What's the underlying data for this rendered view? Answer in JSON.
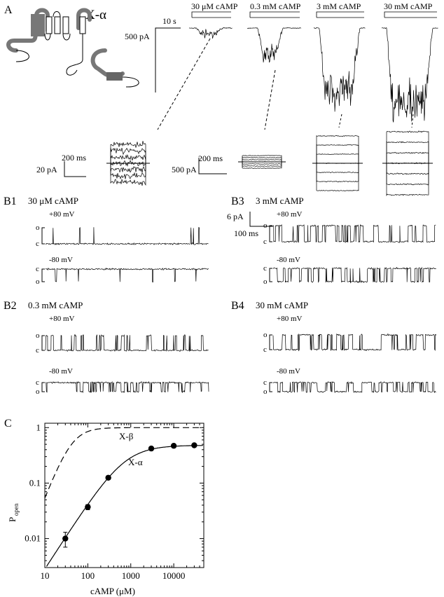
{
  "panel_a": {
    "label": "A",
    "channel_name": "X-α",
    "scale_time": "10 s",
    "scale_current": "500 pA",
    "concentrations": [
      "30 μM cAMP",
      "0.3 mM cAMP",
      "3 mM cAMP",
      "30 mM cAMP"
    ],
    "expanded_scale_1": {
      "time": "200 ms",
      "current": "20 pA"
    },
    "expanded_scale_2": {
      "time": "200 ms",
      "current": "500 pA"
    }
  },
  "panel_b": {
    "scale_current": "6 pA",
    "scale_time": "100 ms",
    "open_label": "o",
    "closed_label": "c",
    "subpanels": [
      {
        "label": "B1",
        "title": "30 μM cAMP",
        "v_pos": "+80 mV",
        "v_neg": "-80 mV",
        "popen": 0.01
      },
      {
        "label": "B2",
        "title": "0.3 mM cAMP",
        "v_pos": "+80 mV",
        "v_neg": "-80 mV",
        "popen": 0.13
      },
      {
        "label": "B3",
        "title": "3 mM cAMP",
        "v_pos": "+80 mV",
        "v_neg": "-80 mV",
        "popen": 0.42
      },
      {
        "label": "B4",
        "title": "30 mM cAMP",
        "v_pos": "+80 mV",
        "v_neg": "-80 mV",
        "popen": 0.48
      }
    ]
  },
  "chart_data": {
    "type": "scatter",
    "panel_label": "C",
    "xlabel": "cAMP (μM)",
    "ylabel": "P",
    "ylabel_sub": "open",
    "xscale": "log",
    "yscale": "log",
    "xlim": [
      10,
      50000
    ],
    "ylim": [
      0.003,
      1.2
    ],
    "xticks": [
      10,
      100,
      1000,
      10000
    ],
    "xtick_labels": [
      "10",
      "100",
      "1000",
      "10000"
    ],
    "yticks": [
      0.01,
      0.1,
      1
    ],
    "ytick_labels": [
      "0.01",
      "0.1",
      "1"
    ],
    "series": [
      {
        "name": "X-α",
        "style": "points+solid fit",
        "x": [
          30,
          100,
          300,
          3000,
          10000,
          30000
        ],
        "y": [
          0.01,
          0.037,
          0.125,
          0.42,
          0.47,
          0.48
        ],
        "err": [
          0.003,
          0.004,
          0.008,
          0.02,
          0.02,
          0.01
        ],
        "fit": {
          "model": "hill",
          "pmax": 0.48,
          "k": 720,
          "n": 1.2
        }
      },
      {
        "name": "X-β",
        "style": "dashed fit",
        "fit": {
          "model": "hill",
          "pmax": 1.0,
          "k": 42,
          "n": 2.0
        }
      }
    ]
  }
}
